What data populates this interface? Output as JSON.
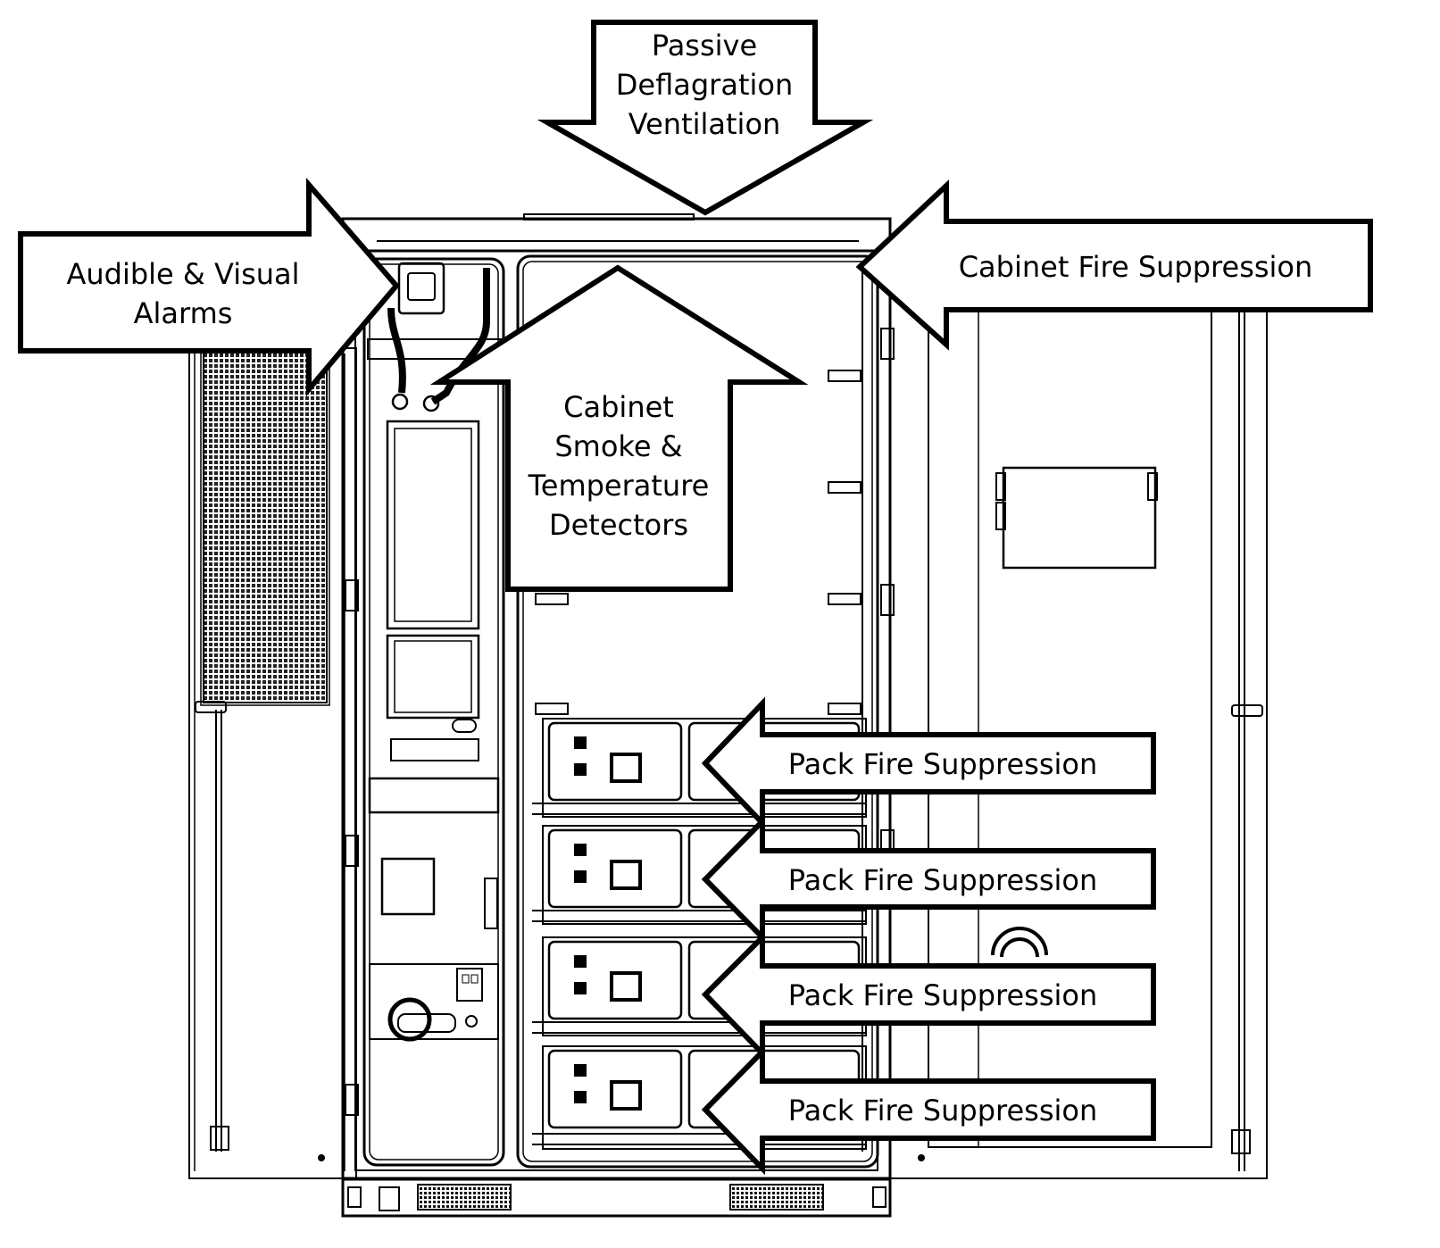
{
  "figure": {
    "kind": "battery energy storage cabinet with safety features labeled",
    "colors": {
      "line": "#000000",
      "background": "#ffffff",
      "arrow_fill": "#ffffff"
    }
  },
  "callouts": {
    "passive_ventilation": [
      "Passive",
      "Deflagration",
      "Ventilation"
    ],
    "alarms": [
      "Audible & Visual",
      "Alarms"
    ],
    "cabinet_fire_suppression": [
      "Cabinet Fire Suppression"
    ],
    "smoke_temp_detectors": [
      "Cabinet",
      "Smoke &",
      "Temperature",
      "Detectors"
    ],
    "pack_fire_suppression": [
      [
        "Pack Fire Suppression"
      ],
      [
        "Pack Fire Suppression"
      ],
      [
        "Pack Fire Suppression"
      ],
      [
        "Pack Fire Suppression"
      ]
    ]
  }
}
